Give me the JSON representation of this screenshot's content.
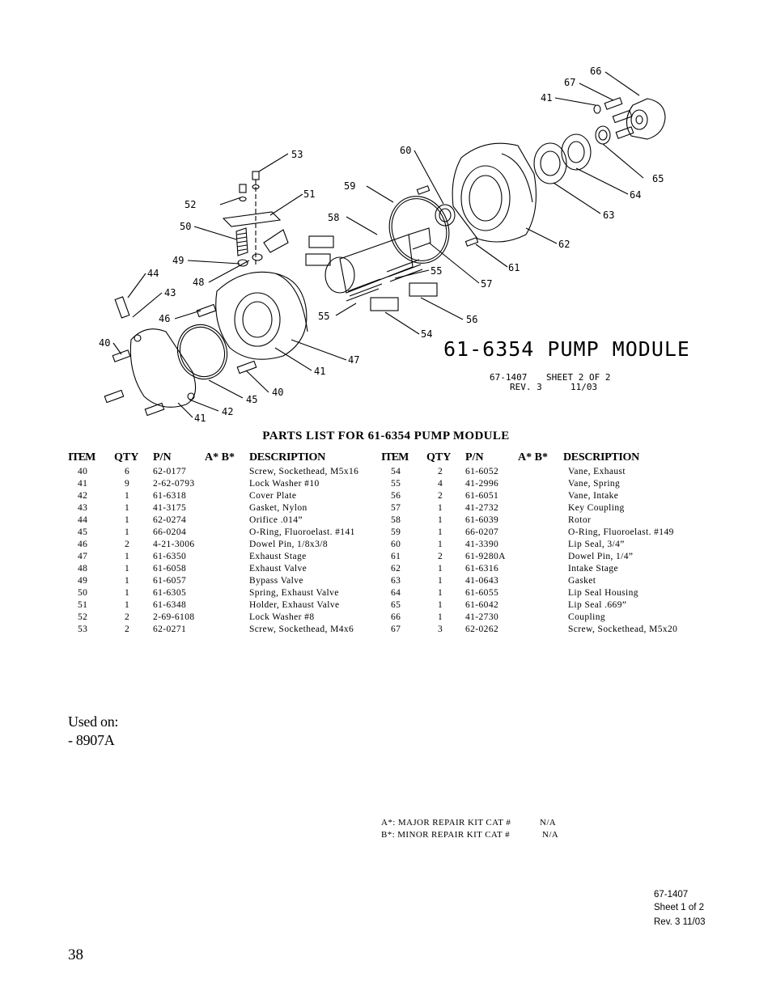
{
  "diagram": {
    "title": "61-6354 PUMP MODULE",
    "drawing_no": "67-1407",
    "sheet": "SHEET 2 OF 2",
    "rev": "REV. 3",
    "date": "11/03",
    "callouts": {
      "c66": "66",
      "c67": "67",
      "c41a": "41",
      "c60": "60",
      "c65": "65",
      "c64": "64",
      "c63": "63",
      "c62": "62",
      "c61": "61",
      "c57": "57",
      "c59": "59",
      "c58": "58",
      "c55a": "55",
      "c55b": "55",
      "c56": "56",
      "c54": "54",
      "c53": "53",
      "c52": "52",
      "c51": "51",
      "c50": "50",
      "c49": "49",
      "c48": "48",
      "c44": "44",
      "c43": "43",
      "c46": "46",
      "c40a": "40",
      "c47": "47",
      "c41b": "41",
      "c40b": "40",
      "c45": "45",
      "c42": "42",
      "c41c": "41"
    }
  },
  "parts_list": {
    "title": "PARTS  LIST  FOR  61-6354  PUMP  MODULE",
    "headers": {
      "item": "ITEM",
      "qty": "QTY",
      "pn": "P/N",
      "ab": "A*  B*",
      "desc": "DESCRIPTION"
    },
    "left": [
      {
        "item": "40",
        "qty": "6",
        "pn": "62-0177",
        "desc": "Screw, Sockethead, M5x16"
      },
      {
        "item": "41",
        "qty": "9",
        "pn": "2-62-0793",
        "desc": "Lock  Washer  #10"
      },
      {
        "item": "42",
        "qty": "1",
        "pn": "61-6318",
        "desc": "Cover  Plate"
      },
      {
        "item": "43",
        "qty": "1",
        "pn": "41-3175",
        "desc": "Gasket,  Nylon"
      },
      {
        "item": "44",
        "qty": "1",
        "pn": "62-0274",
        "desc": "Orifice  .014”"
      },
      {
        "item": "45",
        "qty": "1",
        "pn": "66-0204",
        "desc": "O-Ring,  Fluoroelast.  #141"
      },
      {
        "item": "46",
        "qty": "2",
        "pn": "4-21-3006",
        "desc": "Dowel  Pin,  1/8x3/8"
      },
      {
        "item": "47",
        "qty": "1",
        "pn": "61-6350",
        "desc": "Exhaust  Stage"
      },
      {
        "item": "48",
        "qty": "1",
        "pn": "61-6058",
        "desc": "Exhaust  Valve"
      },
      {
        "item": "49",
        "qty": "1",
        "pn": "61-6057",
        "desc": "Bypass  Valve"
      },
      {
        "item": "50",
        "qty": "1",
        "pn": "61-6305",
        "desc": "Spring,  Exhaust  Valve"
      },
      {
        "item": "51",
        "qty": "1",
        "pn": "61-6348",
        "desc": "Holder,  Exhaust  Valve"
      },
      {
        "item": "52",
        "qty": "2",
        "pn": "2-69-6108",
        "desc": "Lock  Washer  #8"
      },
      {
        "item": "53",
        "qty": "2",
        "pn": "62-0271",
        "desc": "Screw,  Sockethead,  M4x6"
      }
    ],
    "right": [
      {
        "item": "54",
        "qty": "2",
        "pn": "61-6052",
        "desc": "Vane,  Exhaust"
      },
      {
        "item": "55",
        "qty": "4",
        "pn": "41-2996",
        "desc": "Vane,  Spring"
      },
      {
        "item": "56",
        "qty": "2",
        "pn": "61-6051",
        "desc": "Vane,  Intake"
      },
      {
        "item": "57",
        "qty": "1",
        "pn": "41-2732",
        "desc": "Key  Coupling"
      },
      {
        "item": "58",
        "qty": "1",
        "pn": "61-6039",
        "desc": "Rotor"
      },
      {
        "item": "59",
        "qty": "1",
        "pn": "66-0207",
        "desc": "O-Ring,  Fluoroelast.  #149"
      },
      {
        "item": "60",
        "qty": "1",
        "pn": "41-3390",
        "desc": "Lip  Seal,  3/4”"
      },
      {
        "item": "61",
        "qty": "2",
        "pn": "61-9280A",
        "desc": "Dowel  Pin,  1/4”"
      },
      {
        "item": "62",
        "qty": "1",
        "pn": "61-6316",
        "desc": "Intake  Stage"
      },
      {
        "item": "63",
        "qty": "1",
        "pn": "41-0643",
        "desc": "Gasket"
      },
      {
        "item": "64",
        "qty": "1",
        "pn": "61-6055",
        "desc": "Lip  Seal  Housing"
      },
      {
        "item": "65",
        "qty": "1",
        "pn": "61-6042",
        "desc": "Lip  Seal  .669”"
      },
      {
        "item": "66",
        "qty": "1",
        "pn": "41-2730",
        "desc": "Coupling"
      },
      {
        "item": "67",
        "qty": "3",
        "pn": "62-0262",
        "desc": "Screw,  Sockethead,  M5x20"
      }
    ]
  },
  "used_on": {
    "label": "Used on:",
    "model": "- 8907A"
  },
  "repair_kits": {
    "major_label": "A*:    MAJOR  REPAIR  KIT  CAT  #",
    "major_value": "N/A",
    "minor_label": "B*:    MINOR  REPAIR  KIT  CAT  #",
    "minor_value": "N/A"
  },
  "sheet_info": {
    "doc": "67-1407",
    "sheet": "Sheet 1 of 2",
    "rev": "Rev. 3  11/03"
  },
  "page_number": "38"
}
